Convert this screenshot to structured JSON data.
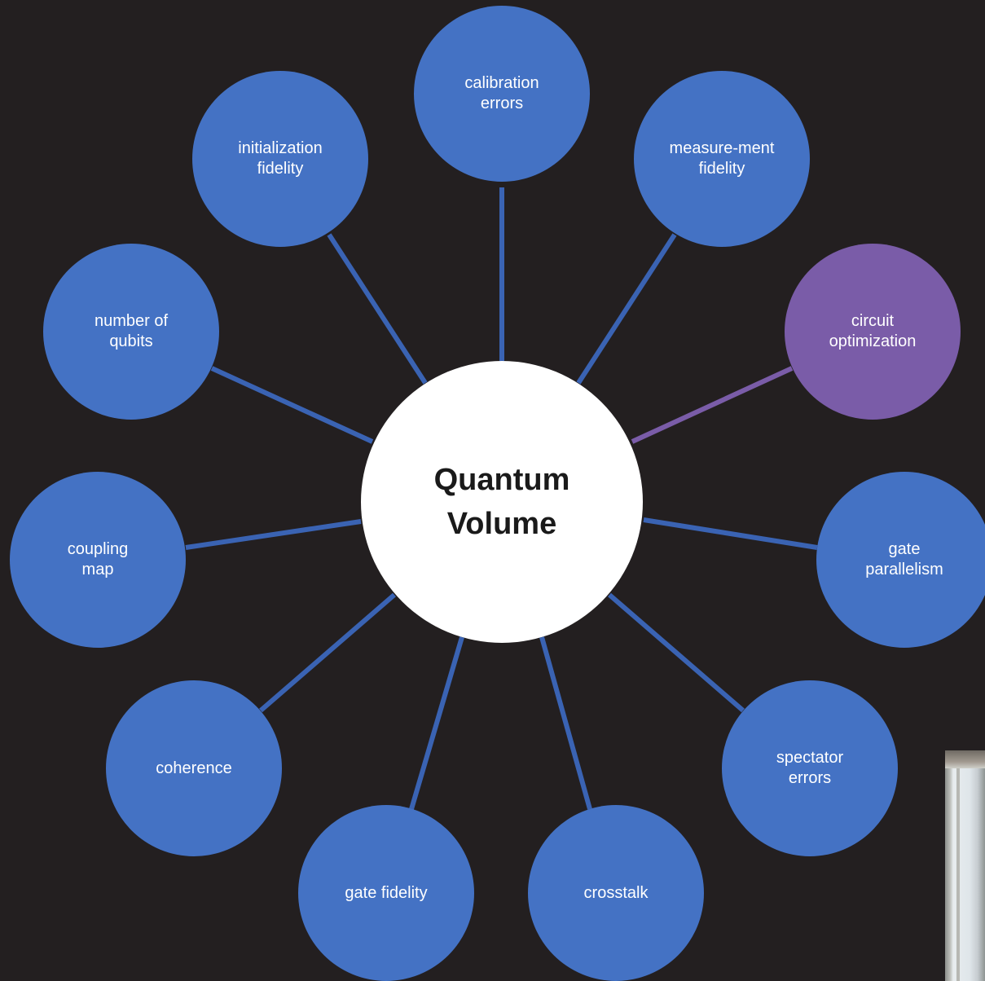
{
  "diagram": {
    "center_label": "Quantum\nVolume",
    "colors": {
      "background": "#231f20",
      "node": "#4472c4",
      "node_highlight": "#7a5ca8",
      "spoke": "#3a63b3",
      "spoke_highlight": "#7a5ca8",
      "center": "#ffffff",
      "node_text": "#ffffff",
      "center_text": "#1a1a1a"
    },
    "nodes": [
      {
        "id": "calibration-errors",
        "label": "calibration\nerrors",
        "highlight": false
      },
      {
        "id": "measurement-fidelity",
        "label": "measure-ment\nfidelity",
        "highlight": false
      },
      {
        "id": "circuit-optimization",
        "label": "circuit\noptimization",
        "highlight": true
      },
      {
        "id": "gate-parallelism",
        "label": "gate\nparallelism",
        "highlight": false
      },
      {
        "id": "spectator-errors",
        "label": "spectator\nerrors",
        "highlight": false
      },
      {
        "id": "crosstalk",
        "label": "crosstalk",
        "highlight": false
      },
      {
        "id": "gate-fidelity",
        "label": "gate fidelity",
        "highlight": false
      },
      {
        "id": "coherence",
        "label": "coherence",
        "highlight": false
      },
      {
        "id": "coupling-map",
        "label": "coupling\nmap",
        "highlight": false
      },
      {
        "id": "number-of-qubits",
        "label": "number of\nqubits",
        "highlight": false
      },
      {
        "id": "initialization-fidelity",
        "label": "initialization\nfidelity",
        "highlight": false
      }
    ]
  }
}
